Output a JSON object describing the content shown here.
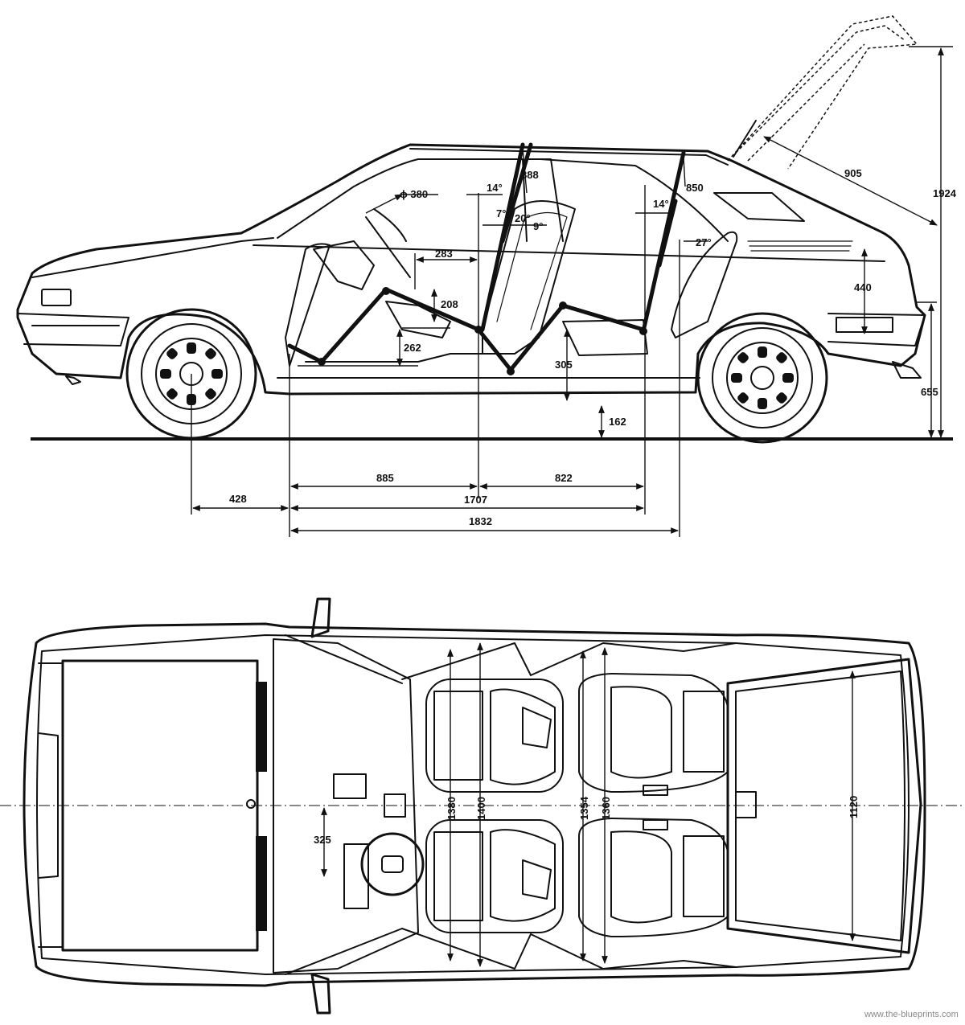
{
  "side_view": {
    "angles": {
      "front_seat_back": "14°",
      "front_seat_a": "7°",
      "front_seat_b": "20°",
      "front_seat_c": "9°",
      "rear_seat_back": "14°",
      "rear_cushion": "27°"
    },
    "dimensions": {
      "steering_wheel_diameter": "ϕ 380",
      "front_headroom": "888",
      "rear_headroom": "850",
      "tailgate_length": "905",
      "tailgate_open_height": "1924",
      "wheel_to_pedal": "283",
      "seat_height_208": "208",
      "seat_height_262": "262",
      "rear_floor_height": "305",
      "ground_clearance": "162",
      "load_sill_height": "440",
      "sill_height_total": "655",
      "front_axle_to_pedal": "428",
      "pedal_to_front_seat": "885",
      "front_to_rear_seat": "822",
      "pedal_to_rear_seat": "1707",
      "pedal_to_rear_bulkhead": "1832"
    }
  },
  "top_view": {
    "dimensions": {
      "front_elbow_width": "1380",
      "front_shoulder_width": "1400",
      "rear_elbow_width": "1354",
      "rear_shoulder_width": "1360",
      "boot_width": "1120",
      "pedal_offset": "325"
    }
  },
  "watermark": "www.the-blueprints.com"
}
